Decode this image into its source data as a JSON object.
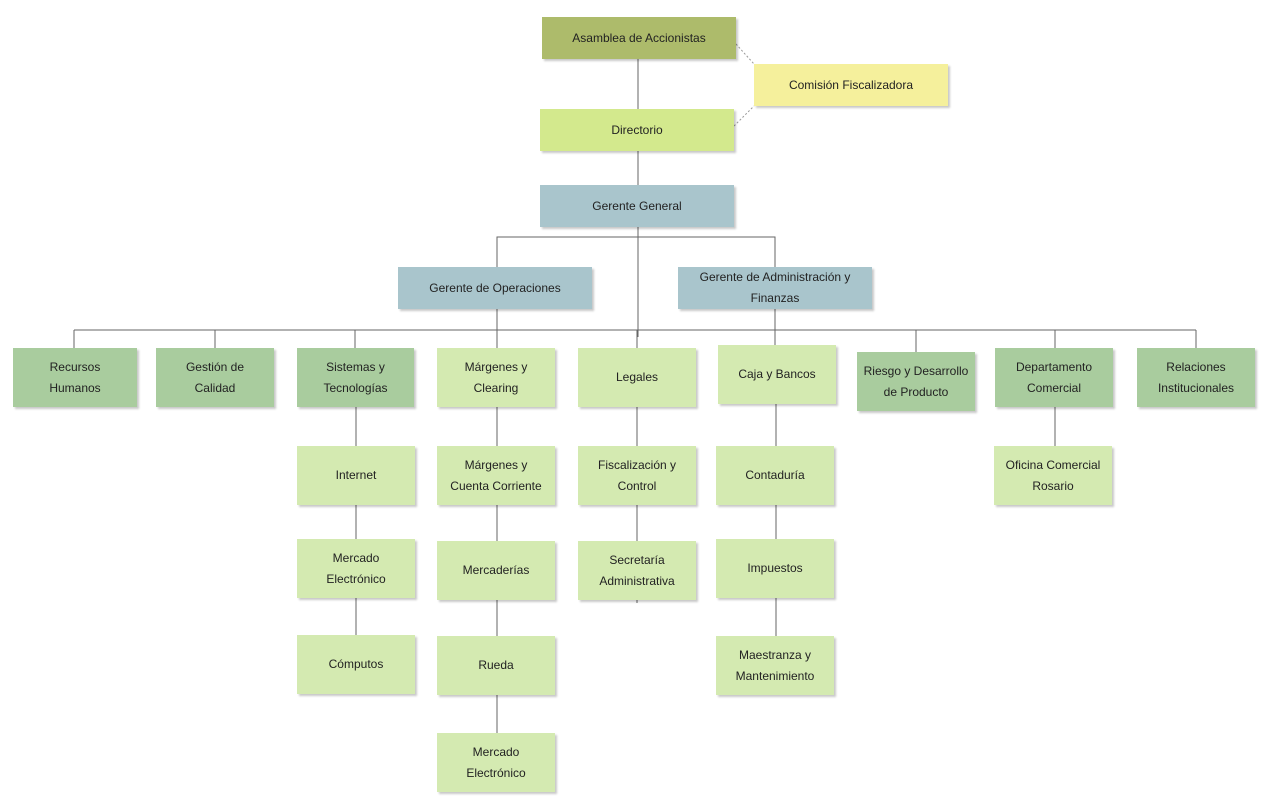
{
  "colors": {
    "asamblea": "#adbb6b",
    "comision": "#f5f09c",
    "directorio": "#d3e98d",
    "gerencia": "#a9c5cc",
    "departamento": "#a9cc9e",
    "area": "#d4eab1",
    "line": "#666666"
  },
  "nodes": {
    "asamblea": "Asamblea de Accionistas",
    "comision": "Comisión Fiscalizadora",
    "directorio": "Directorio",
    "gerente_general": "Gerente General",
    "gerente_operaciones": "Gerente de Operaciones",
    "gerente_administracion": "Gerente de Administración y Finanzas",
    "recursos_humanos": "Recursos\nHumanos",
    "gestion_calidad": "Gestión de\nCalidad",
    "sistemas": "Sistemas y\nTecnologías",
    "margenes_clearing": "Márgenes y\nClearing",
    "legales": "Legales",
    "caja_bancos": "Caja y Bancos",
    "riesgo": "Riesgo y Desarrollo\nde Producto",
    "comercial": "Departamento\nComercial",
    "relaciones": "Relaciones\nInstitucionales",
    "internet": "Internet",
    "mercado_electronico_1": "Mercado\nElectrónico",
    "computos": "Cómputos",
    "margenes_cc": "Márgenes y\nCuenta Corriente",
    "mercaderias": "Mercaderías",
    "rueda": "Rueda",
    "mercado_electronico_2": "Mercado\nElectrónico",
    "fiscalizacion": "Fiscalización y\nControl",
    "secretaria": "Secretaría\nAdministrativa",
    "contaduria": "Contaduría",
    "impuestos": "Impuestos",
    "maestranza": "Maestranza y\nMantenimiento",
    "oficina_rosario": "Oficina Comercial\nRosario"
  }
}
